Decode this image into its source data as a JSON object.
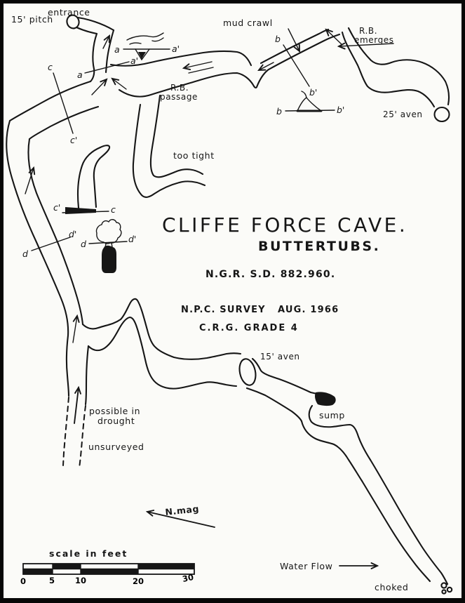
{
  "colors": {
    "ink": "#161616",
    "paper": "#fbfbf8"
  },
  "title_block": {
    "title": "CLIFFE FORCE CAVE.",
    "subtitle": "BUTTERTUBS.",
    "grid_reference": "N.G.R. S.D. 882.960.",
    "survey_org": "N.P.C. SURVEY",
    "survey_date": "AUG. 1966",
    "survey_grade": "C.R.G. GRADE 4"
  },
  "labels": {
    "entrance": "entrance",
    "entrance_pitch": "15' pitch",
    "rb_passage_l1": "R.B.",
    "rb_passage_l2": "passage",
    "mud_crawl": "mud crawl",
    "rb_emerges_l1": "R.B.",
    "rb_emerges_l2": "emerges",
    "aven_25": "25' aven",
    "too_tight": "too tight",
    "aven_15": "15' aven",
    "sump": "sump",
    "possible_l1": "possible in",
    "possible_l2": "drought",
    "unsurveyed": "unsurveyed",
    "choked": "choked",
    "north_magnetic": "N.mag",
    "water_flow": "Water Flow"
  },
  "cross_sections": {
    "a": "a",
    "a_prime": "a'",
    "b": "b",
    "b_prime": "b'",
    "c": "c",
    "c_prime": "c'",
    "d": "d",
    "d_prime": "d'"
  },
  "scale_bar": {
    "caption": "scale in feet",
    "ticks": [
      "0",
      "5",
      "10",
      "20",
      "30"
    ]
  }
}
